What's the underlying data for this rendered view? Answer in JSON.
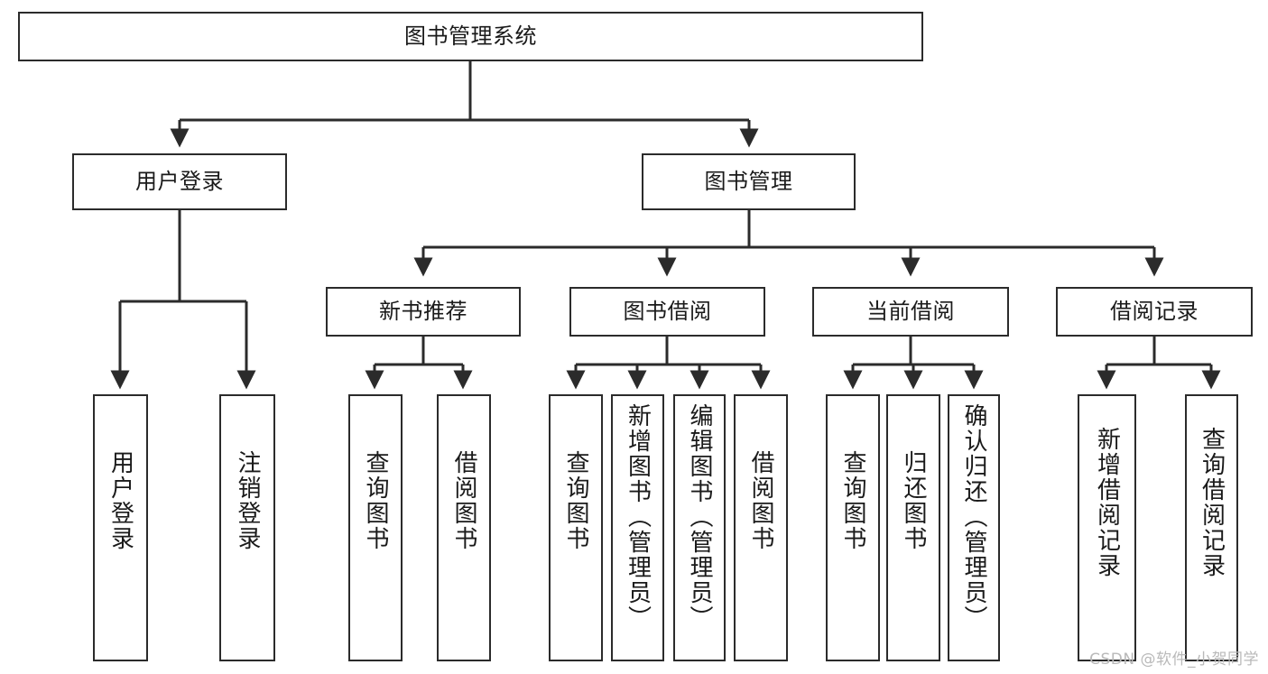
{
  "diagram": {
    "type": "tree-hierarchy-chart",
    "title_node": "图书管理系统",
    "stroke_color": "#2b2b2b",
    "fill_color": "#ffffff",
    "text_color": "#1a1a1a"
  },
  "nodes": {
    "root": {
      "label": "图书管理系统",
      "level": 1,
      "orientation": "horizontal"
    },
    "l2": [
      {
        "label": "用户登录",
        "level": 2,
        "orientation": "horizontal"
      },
      {
        "label": "图书管理",
        "level": 2,
        "orientation": "horizontal"
      }
    ],
    "l3": [
      {
        "label": "新书推荐",
        "level": 3,
        "orientation": "horizontal"
      },
      {
        "label": "图书借阅",
        "level": 3,
        "orientation": "horizontal"
      },
      {
        "label": "当前借阅",
        "level": 3,
        "orientation": "horizontal"
      },
      {
        "label": "借阅记录",
        "level": 3,
        "orientation": "horizontal"
      }
    ],
    "leaves_user_login": [
      {
        "label": "用户登录",
        "orientation": "vertical"
      },
      {
        "label": "注销登录",
        "orientation": "vertical"
      }
    ],
    "leaves_new_book": [
      {
        "label": "查询图书",
        "orientation": "vertical"
      },
      {
        "label": "借阅图书",
        "orientation": "vertical"
      }
    ],
    "leaves_borrow": [
      {
        "label": "查询图书",
        "orientation": "vertical"
      },
      {
        "label": "新增图书（管理员）",
        "orientation": "vertical"
      },
      {
        "label": "编辑图书（管理员）",
        "orientation": "vertical"
      },
      {
        "label": "借阅图书",
        "orientation": "vertical"
      }
    ],
    "leaves_current": [
      {
        "label": "查询图书",
        "orientation": "vertical"
      },
      {
        "label": "归还图书",
        "orientation": "vertical"
      },
      {
        "label": "确认归还（管理员）",
        "orientation": "vertical"
      }
    ],
    "leaves_records": [
      {
        "label": "新增借阅记录",
        "orientation": "vertical"
      },
      {
        "label": "查询借阅记录",
        "orientation": "vertical"
      }
    ]
  },
  "watermark": {
    "text": "CSDN @软件_小贺同学"
  }
}
